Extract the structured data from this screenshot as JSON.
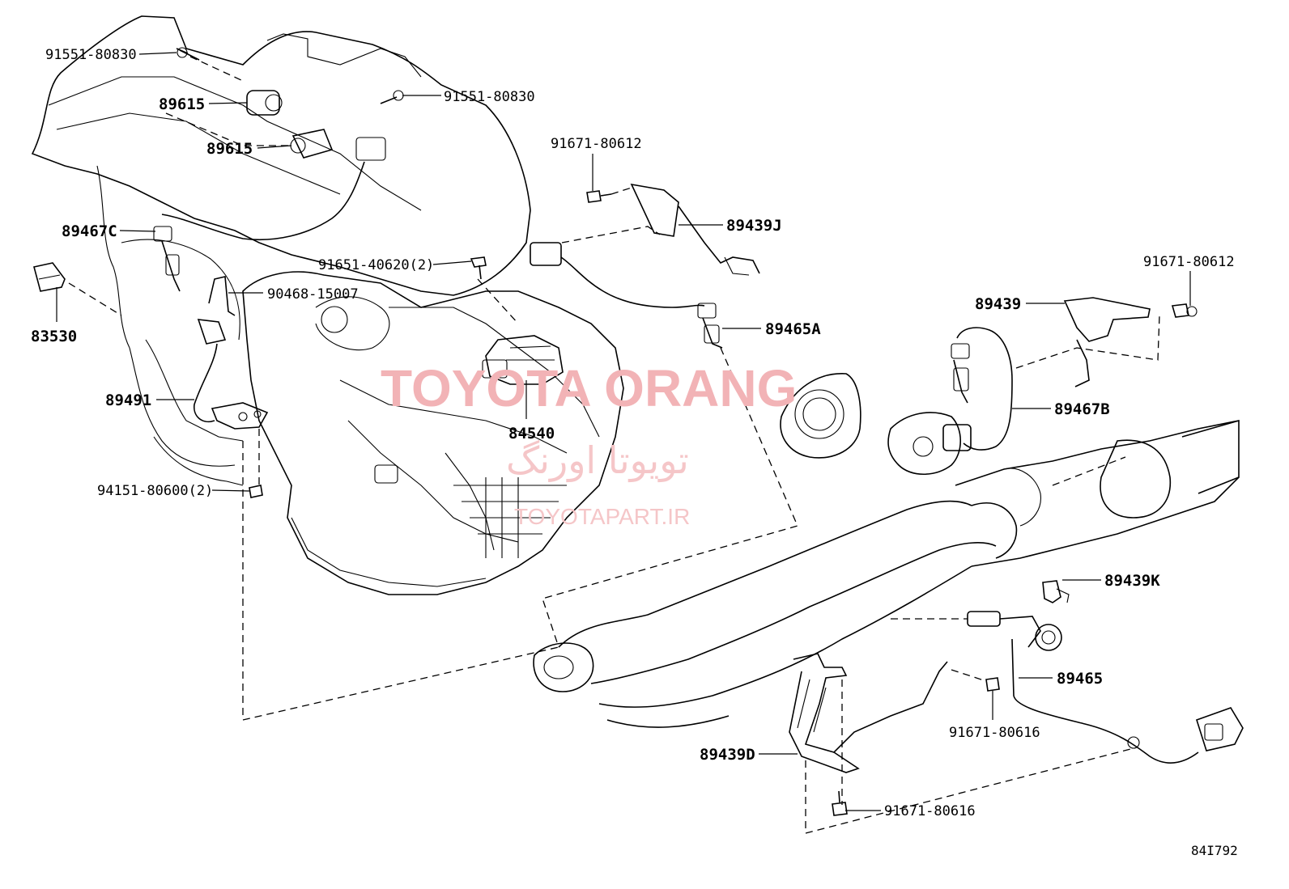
{
  "diagram": {
    "drawing_code": "84I792",
    "watermark": {
      "brand": "TOYOTA ORANG",
      "brand_fa": "تویوتا اورنگ",
      "site": "TOYOTAPART.IR"
    },
    "callouts": [
      {
        "id": "c1",
        "label": "91551-80830"
      },
      {
        "id": "c2",
        "label": "89615"
      },
      {
        "id": "c3",
        "label": "89615"
      },
      {
        "id": "c4",
        "label": "91551-80830"
      },
      {
        "id": "c5",
        "label": "91671-80612"
      },
      {
        "id": "c6",
        "label": "89439J"
      },
      {
        "id": "c7",
        "label": "89467C"
      },
      {
        "id": "c8",
        "label": "91651-40620(2)"
      },
      {
        "id": "c9",
        "label": "90468-15007"
      },
      {
        "id": "c10",
        "label": "83530"
      },
      {
        "id": "c11",
        "label": "89465A"
      },
      {
        "id": "c12",
        "label": "91671-80612"
      },
      {
        "id": "c13",
        "label": "89439"
      },
      {
        "id": "c14",
        "label": "89491"
      },
      {
        "id": "c15",
        "label": "89467B"
      },
      {
        "id": "c16",
        "label": "84540"
      },
      {
        "id": "c17",
        "label": "94151-80600(2)"
      },
      {
        "id": "c18",
        "label": "89439K"
      },
      {
        "id": "c19",
        "label": "89465"
      },
      {
        "id": "c20",
        "label": "91671-80616"
      },
      {
        "id": "c21",
        "label": "89439D"
      },
      {
        "id": "c22",
        "label": "91671-80616"
      }
    ]
  }
}
